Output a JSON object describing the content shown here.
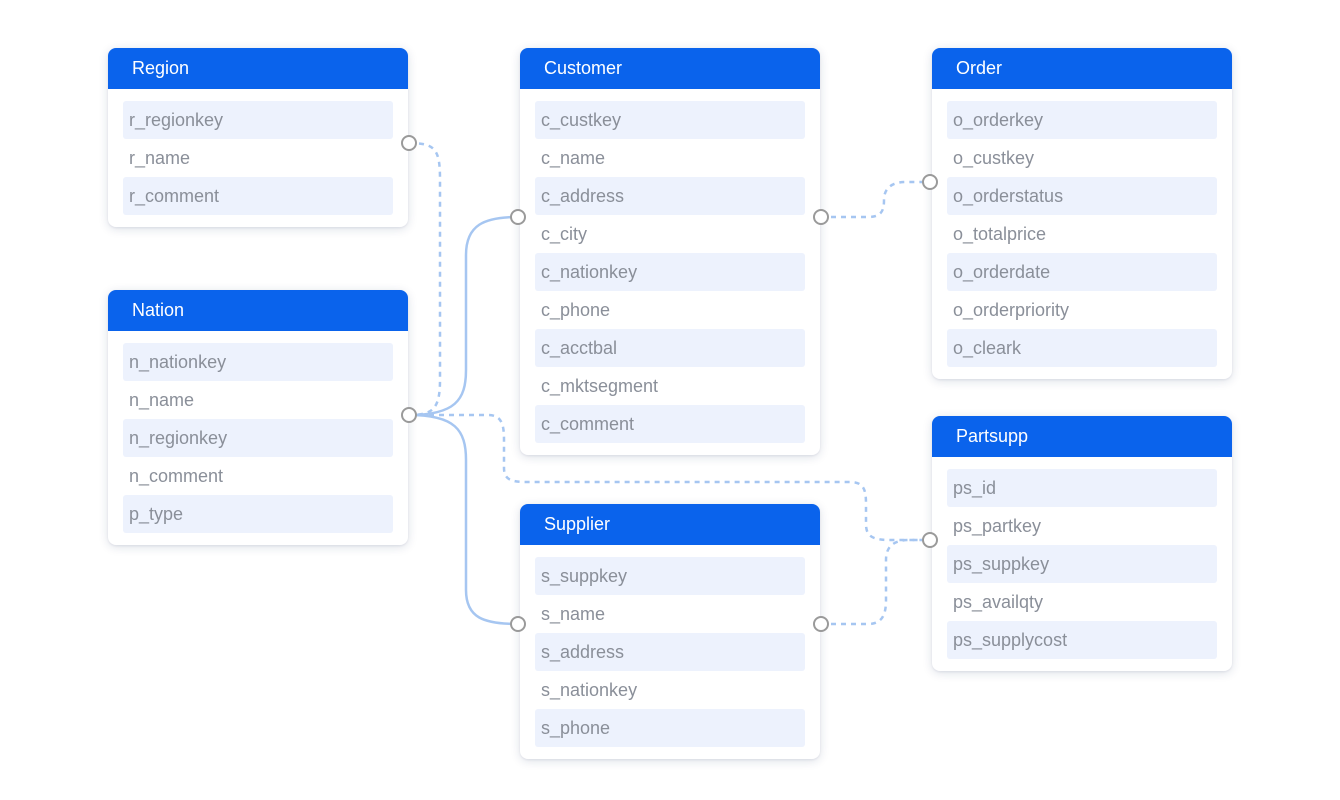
{
  "diagram": {
    "tables": [
      {
        "id": "region",
        "title": "Region",
        "fields": [
          "r_regionkey",
          "r_name",
          "r_comment"
        ]
      },
      {
        "id": "customer",
        "title": "Customer",
        "fields": [
          "c_custkey",
          "c_name",
          "c_address",
          "c_city",
          "c_nationkey",
          "c_phone",
          "c_acctbal",
          "c_mktsegment",
          "c_comment"
        ]
      },
      {
        "id": "order",
        "title": "Order",
        "fields": [
          "o_orderkey",
          "o_custkey",
          "o_orderstatus",
          "o_totalprice",
          "o_orderdate",
          "o_orderpriority",
          "o_cleark"
        ]
      },
      {
        "id": "nation",
        "title": "Nation",
        "fields": [
          "n_nationkey",
          "n_name",
          "n_regionkey",
          "n_comment",
          "p_type"
        ]
      },
      {
        "id": "supplier",
        "title": "Supplier",
        "fields": [
          "s_suppkey",
          "s_name",
          "s_address",
          "s_nationkey",
          "s_phone"
        ]
      },
      {
        "id": "partsupp",
        "title": "Partsupp",
        "fields": [
          "ps_id",
          "ps_partkey",
          "ps_suppkey",
          "ps_availqty",
          "ps_supplycost"
        ]
      }
    ],
    "links": [
      {
        "from": "region",
        "to": "nation",
        "style": "dashed"
      },
      {
        "from": "nation",
        "to": "customer",
        "style": "solid"
      },
      {
        "from": "nation",
        "to": "supplier",
        "style": "solid"
      },
      {
        "from": "nation",
        "to": "partsupp",
        "style": "dashed"
      },
      {
        "from": "customer",
        "to": "order",
        "style": "dashed"
      },
      {
        "from": "supplier",
        "to": "partsupp",
        "style": "dashed"
      }
    ],
    "colors": {
      "header": "#0a63ec",
      "field_text": "#8a8f99",
      "row_shade": "#edf2fd",
      "link": "#a6c6f1",
      "port_border": "#9a9a9a"
    }
  }
}
